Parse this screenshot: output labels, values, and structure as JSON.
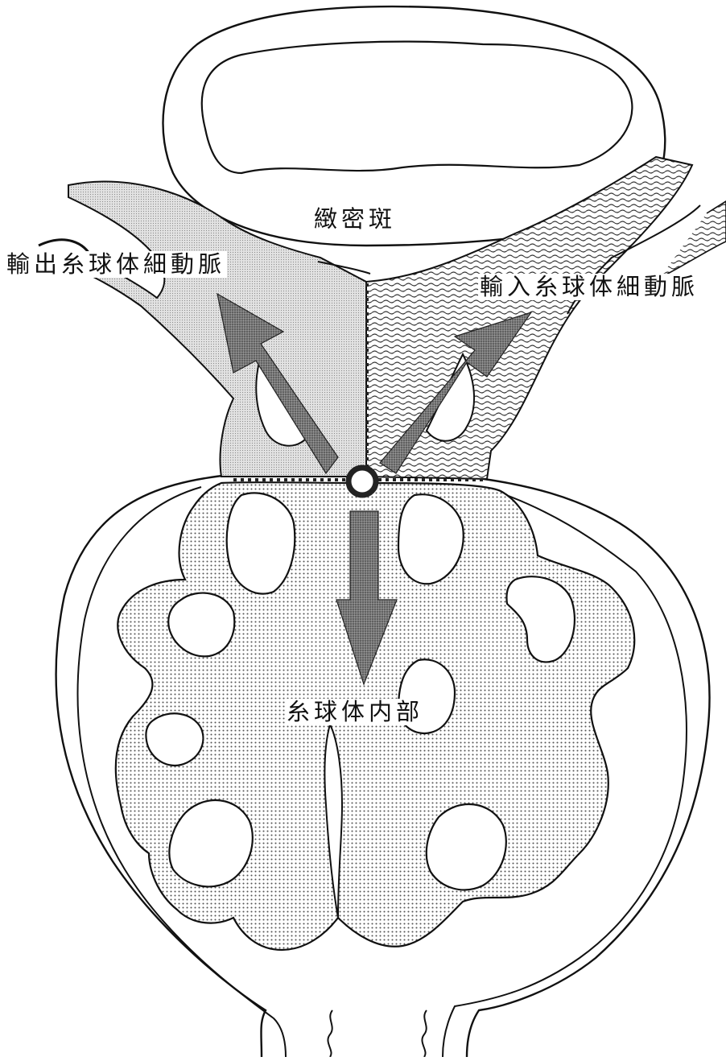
{
  "labels": {
    "macula_densa": "緻密斑",
    "efferent_arteriole": "輸出糸球体細動脈",
    "afferent_arteriole": "輸入糸球体細動脈",
    "glomerulus_interior": "糸球体内部"
  },
  "colors": {
    "line": "#111111",
    "background": "#ffffff",
    "efferent_fill": "#d6d6d6",
    "afferent_wave": "#444444",
    "glomerulus_dots": "#555555",
    "arrow_fill": "#6e6e6e"
  },
  "icons": {
    "arrows": [
      "up-left-arrow-icon",
      "up-right-arrow-icon",
      "down-arrow-icon"
    ],
    "center": "ring-icon"
  }
}
